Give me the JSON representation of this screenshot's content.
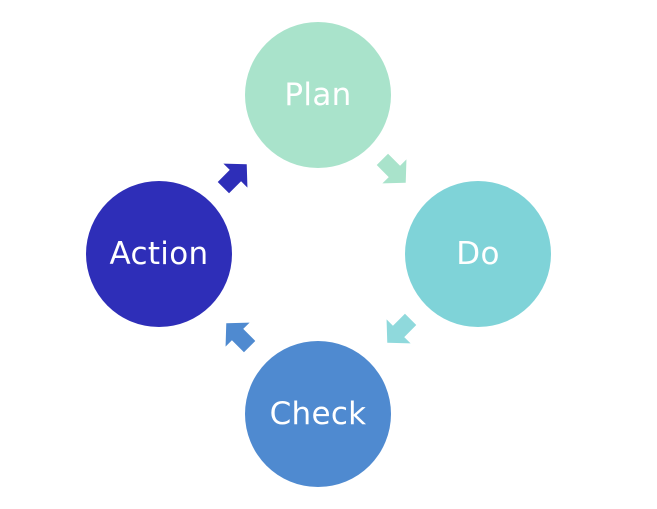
{
  "colors": {
    "plan": "#a9e3cb",
    "do": "#7fd3d8",
    "check": "#4f8ad0",
    "action": "#2e2eb8",
    "arrow_plan_to_do": "#a9e3cb",
    "arrow_do_to_check": "#8fd9dc",
    "arrow_check_to_action": "#4f8ad0",
    "arrow_action_to_plan": "#2e2eb8"
  },
  "cycle": {
    "nodes": [
      {
        "id": "plan",
        "label": "Plan"
      },
      {
        "id": "do",
        "label": "Do"
      },
      {
        "id": "check",
        "label": "Check"
      },
      {
        "id": "action",
        "label": "Action"
      }
    ],
    "arrows": [
      {
        "from": "plan",
        "to": "do"
      },
      {
        "from": "do",
        "to": "check"
      },
      {
        "from": "check",
        "to": "action"
      },
      {
        "from": "action",
        "to": "plan"
      }
    ]
  }
}
